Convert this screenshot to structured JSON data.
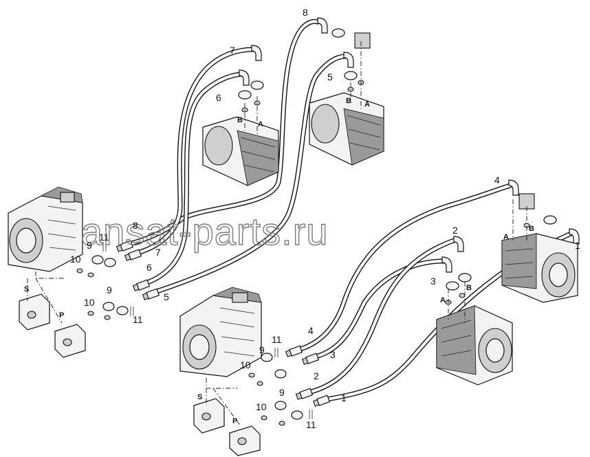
{
  "watermark": "ansat-parts.ru",
  "corner_mark": "",
  "callouts": {
    "c1a": "1",
    "c1b": "1",
    "c2a": "2",
    "c2b": "2",
    "c3a": "3",
    "c3b": "3",
    "c4a": "4",
    "c4b": "4",
    "c5a": "5",
    "c5b": "5",
    "c6a": "6",
    "c6b": "6",
    "c7a": "7",
    "c7b": "7",
    "c8a": "8",
    "c8b": "8",
    "c9a": "9",
    "c9b": "9",
    "c9c": "9",
    "c9d": "9",
    "c10a": "10",
    "c10b": "10",
    "c10c": "10",
    "c10d": "10",
    "c11a": "11",
    "c11b": "11",
    "c11c": "11",
    "c11d": "11"
  },
  "ports": {
    "a1": "A",
    "b1": "B",
    "a2": "A",
    "b2": "B",
    "a3": "A",
    "b3": "B",
    "a4": "A",
    "b4": "B",
    "s1": "S",
    "p1": "P",
    "s2": "S",
    "p2": "P"
  }
}
